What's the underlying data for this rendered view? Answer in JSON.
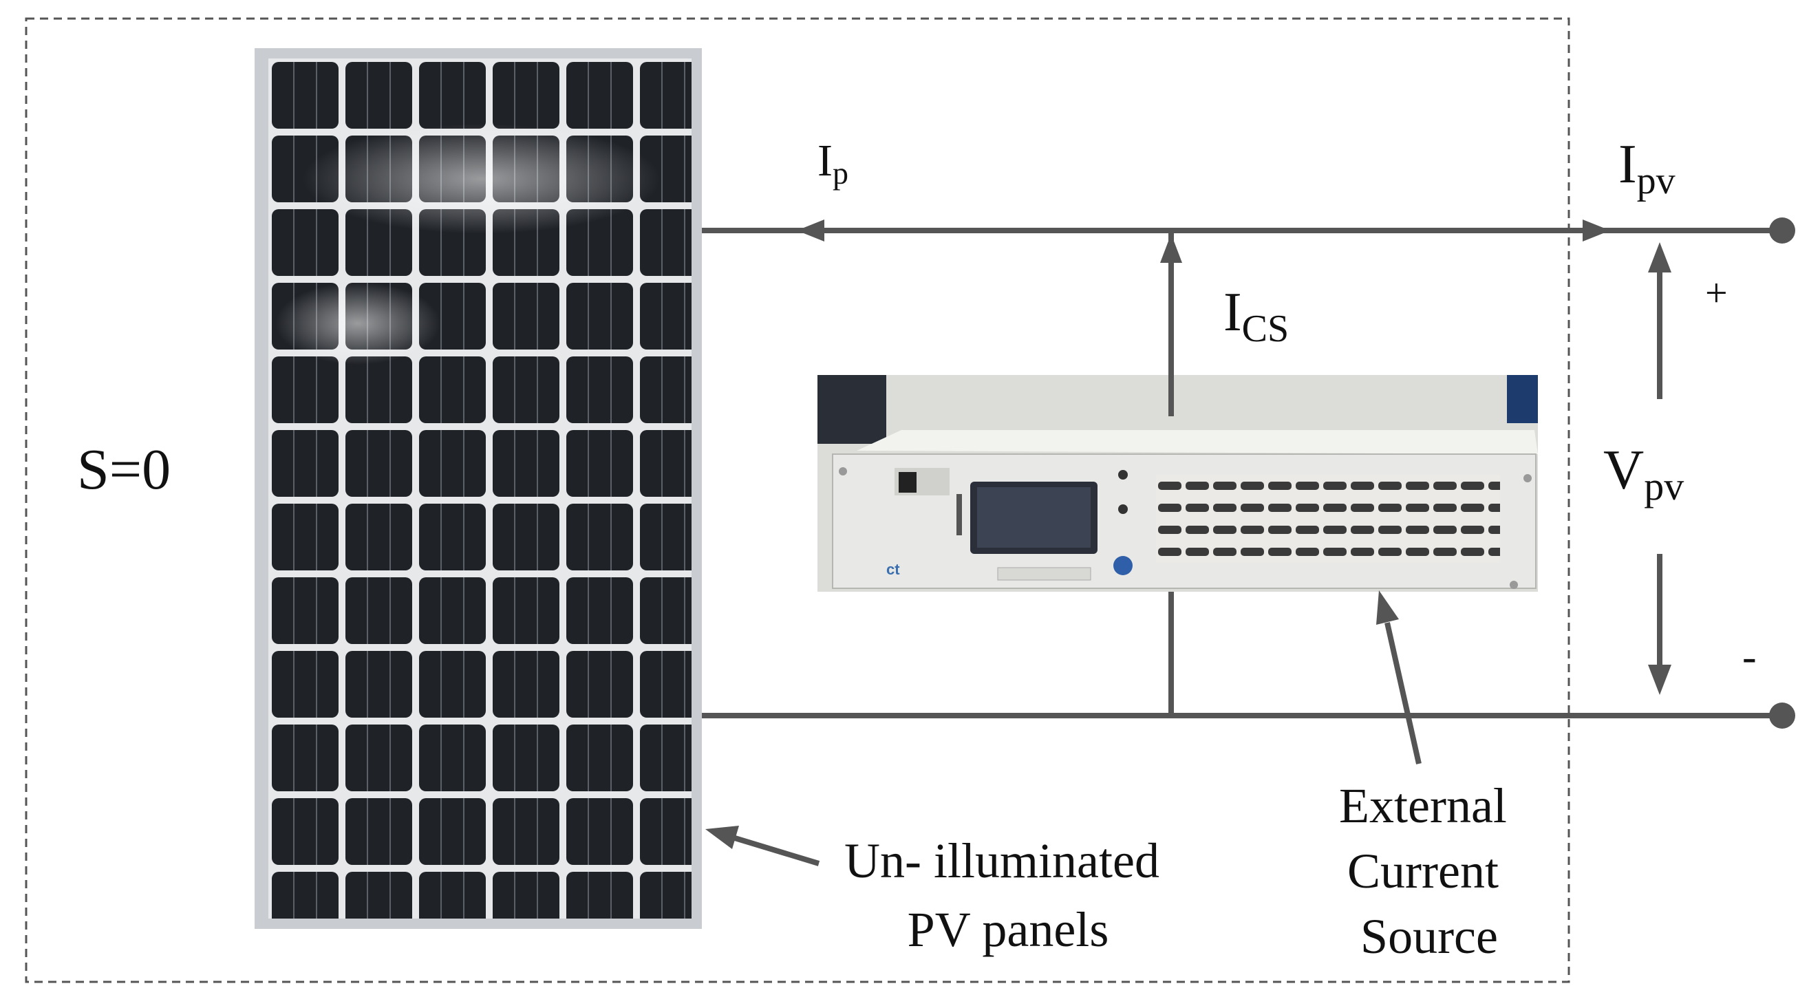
{
  "labels": {
    "state": "S=0",
    "ip_main": "I",
    "ip_sub": "p",
    "ipv_main": "I",
    "ipv_sub": "pv",
    "ics_main": "I",
    "ics_sub": "CS",
    "vpv_main": "V",
    "vpv_sub": "pv",
    "plus": "+",
    "minus": "-"
  },
  "annotations": {
    "pv_line1": "Un- illuminated",
    "pv_line2": "PV panels",
    "cs_line1": "External",
    "cs_line2": "Current",
    "cs_line3": "Source"
  },
  "colors": {
    "wire": "#555555",
    "frame": "#555555",
    "panel_cell": "#1f2227",
    "panel_frame": "#c9ccd0",
    "device_body": "#e8e8e6"
  }
}
